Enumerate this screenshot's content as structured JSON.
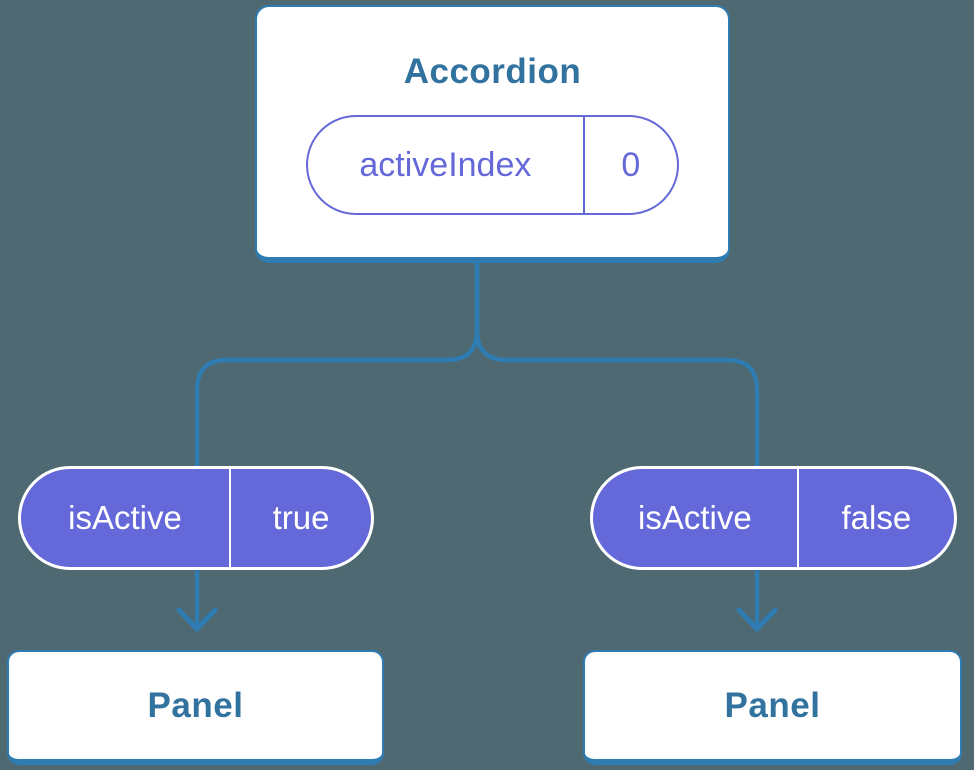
{
  "colors": {
    "background": "#4e6971",
    "connector_blue": "#2e7cb2",
    "node_text_blue": "#31729f",
    "state_purple": "#6468d9",
    "pill_text_white": "#ffffff"
  },
  "diagram": {
    "root": {
      "title": "Accordion",
      "state": {
        "name": "activeIndex",
        "value": "0"
      }
    },
    "children": [
      {
        "prop": {
          "name": "isActive",
          "value": "true"
        },
        "panel_label": "Panel"
      },
      {
        "prop": {
          "name": "isActive",
          "value": "false"
        },
        "panel_label": "Panel"
      }
    ]
  }
}
